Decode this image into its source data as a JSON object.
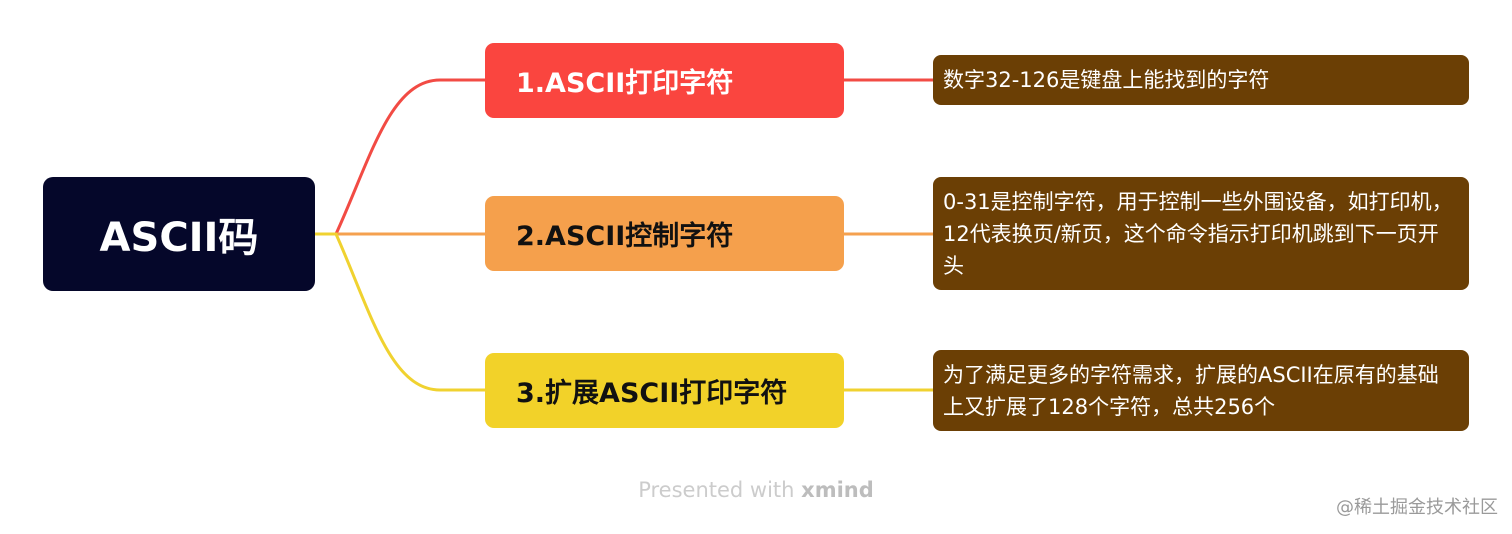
{
  "root": {
    "label": "ASCII码",
    "bg": "#05072a"
  },
  "branches": [
    {
      "label": "1.ASCII打印字符",
      "bg": "#fa453f",
      "text_color": "#ffffff",
      "line_color": "#f24b44",
      "detail": "数字32-126是键盘上能找到的字符"
    },
    {
      "label": "2.ASCII控制字符",
      "bg": "#f5a04c",
      "text_color": "#111111",
      "line_color": "#f5a14f",
      "detail": "0-31是控制字符，用于控制一些外围设备，如打印机，12代表换页/新页，这个命令指示打印机跳到下一页开头"
    },
    {
      "label": "3.扩展ASCII打印字符",
      "bg": "#f2d229",
      "text_color": "#111111",
      "line_color": "#f0d230",
      "detail": "为了满足更多的字符需求，扩展的ASCII在原有的基础上又扩展了128个字符，总共256个"
    }
  ],
  "leaf_bg": "#6b3f05",
  "footer": {
    "prefix": "Presented with",
    "brand": "xmind"
  },
  "watermark": "@稀土掘金技术社区"
}
